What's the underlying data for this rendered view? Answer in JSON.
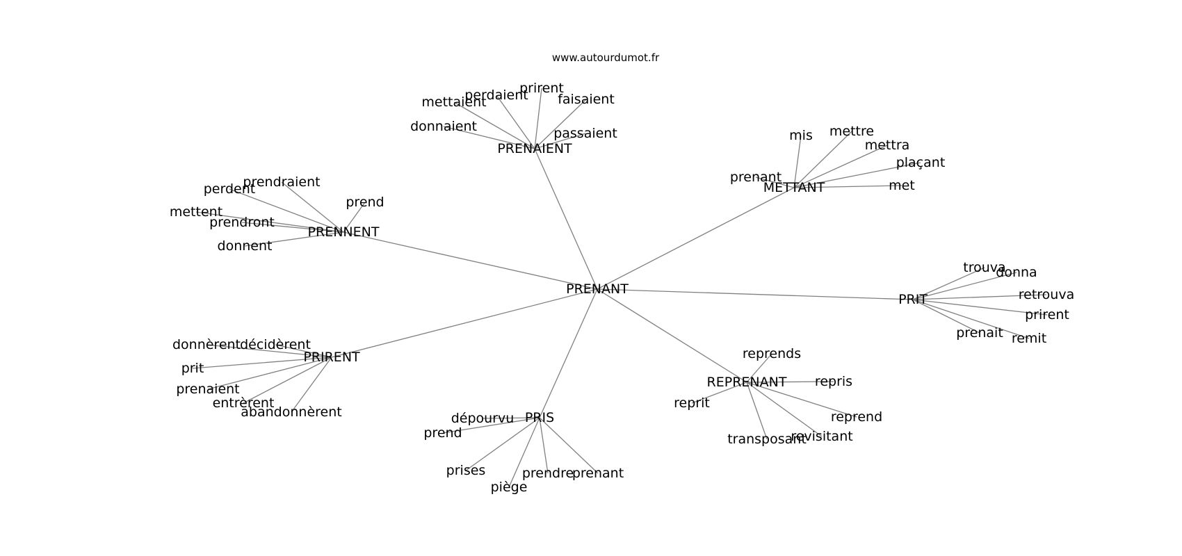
{
  "source": "www.autourdumot.fr",
  "nodes": {
    "c": "PRENANT",
    "h1": "PRENAIENT",
    "h2": "METTANT",
    "h3": "PRENNENT",
    "h4": "PRIT",
    "h5": "PRIRENT",
    "h6": "REPRENANT",
    "h7": "PRIS",
    "l1": "mettaient",
    "l2": "perdaient",
    "l3": "prirent",
    "l4": "faisaient",
    "l5": "donnaient",
    "l6": "passaient",
    "l7": "mis",
    "l8": "mettre",
    "l9": "mettra",
    "l10": "plaçant",
    "l11": "prenant",
    "l12": "met",
    "l13": "prendraient",
    "l14": "perdent",
    "l15": "prend",
    "l16": "mettent",
    "l17": "prendront",
    "l18": "donnent",
    "l19": "trouva",
    "l20": "donna",
    "l21": "retrouva",
    "l22": "prirent",
    "l23": "prenait",
    "l24": "remit",
    "l25": "donnèrent",
    "l26": "décidèrent",
    "l27": "prit",
    "l28": "prenaient",
    "l29": "entrèrent",
    "l30": "abandonnèrent",
    "l31": "reprends",
    "l32": "repris",
    "l33": "reprit",
    "l34": "reprend",
    "l35": "transposant",
    "l36": "revisitant",
    "l37": "dépourvu",
    "l38": "prend",
    "l39": "prises",
    "l40": "piège",
    "l41": "prendre",
    "l42": "prenant"
  },
  "edges": [
    [
      "c",
      "h1"
    ],
    [
      "c",
      "h2"
    ],
    [
      "c",
      "h3"
    ],
    [
      "c",
      "h4"
    ],
    [
      "c",
      "h5"
    ],
    [
      "c",
      "h6"
    ],
    [
      "c",
      "h7"
    ],
    [
      "h1",
      "l1"
    ],
    [
      "h1",
      "l2"
    ],
    [
      "h1",
      "l3"
    ],
    [
      "h1",
      "l4"
    ],
    [
      "h1",
      "l5"
    ],
    [
      "h1",
      "l6"
    ],
    [
      "h2",
      "l7"
    ],
    [
      "h2",
      "l8"
    ],
    [
      "h2",
      "l9"
    ],
    [
      "h2",
      "l10"
    ],
    [
      "h2",
      "l11"
    ],
    [
      "h2",
      "l12"
    ],
    [
      "h3",
      "l13"
    ],
    [
      "h3",
      "l14"
    ],
    [
      "h3",
      "l15"
    ],
    [
      "h3",
      "l16"
    ],
    [
      "h3",
      "l17"
    ],
    [
      "h3",
      "l18"
    ],
    [
      "h4",
      "l19"
    ],
    [
      "h4",
      "l20"
    ],
    [
      "h4",
      "l21"
    ],
    [
      "h4",
      "l22"
    ],
    [
      "h4",
      "l23"
    ],
    [
      "h4",
      "l24"
    ],
    [
      "h5",
      "l25"
    ],
    [
      "h5",
      "l26"
    ],
    [
      "h5",
      "l27"
    ],
    [
      "h5",
      "l28"
    ],
    [
      "h5",
      "l29"
    ],
    [
      "h5",
      "l30"
    ],
    [
      "h6",
      "l31"
    ],
    [
      "h6",
      "l32"
    ],
    [
      "h6",
      "l33"
    ],
    [
      "h6",
      "l34"
    ],
    [
      "h6",
      "l35"
    ],
    [
      "h6",
      "l36"
    ],
    [
      "h7",
      "l37"
    ],
    [
      "h7",
      "l38"
    ],
    [
      "h7",
      "l39"
    ],
    [
      "h7",
      "l40"
    ],
    [
      "h7",
      "l41"
    ],
    [
      "h7",
      "l42"
    ]
  ]
}
